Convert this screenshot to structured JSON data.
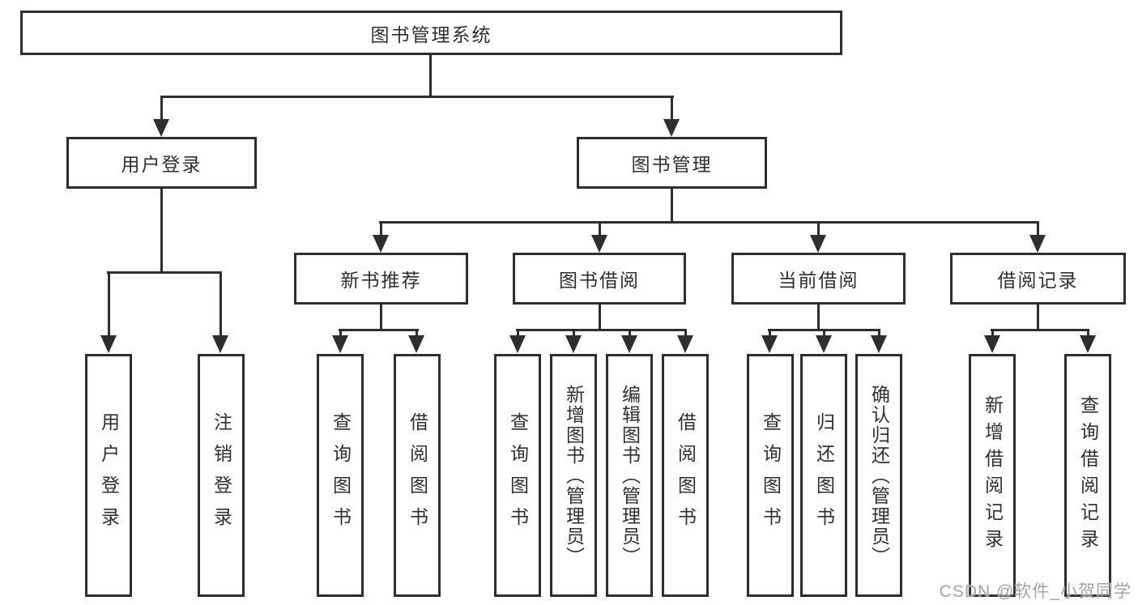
{
  "tree": {
    "label": "图书管理系统",
    "children": [
      {
        "label": "用户登录",
        "children": [
          {
            "label": "用户登录"
          },
          {
            "label": "注销登录"
          }
        ]
      },
      {
        "label": "图书管理",
        "children": [
          {
            "label": "新书推荐",
            "children": [
              {
                "label": "查询图书"
              },
              {
                "label": "借阅图书"
              }
            ]
          },
          {
            "label": "图书借阅",
            "children": [
              {
                "label": "查询图书"
              },
              {
                "label": "新增图书（管理员）"
              },
              {
                "label": "编辑图书（管理员）"
              },
              {
                "label": "借阅图书"
              }
            ]
          },
          {
            "label": "当前借阅",
            "children": [
              {
                "label": "查询图书"
              },
              {
                "label": "归还图书"
              },
              {
                "label": "确认归还（管理员）"
              }
            ]
          },
          {
            "label": "借阅记录",
            "children": [
              {
                "label": "新增借阅记录"
              },
              {
                "label": "查询借阅记录"
              }
            ]
          }
        ]
      }
    ]
  },
  "watermark": "CSDN @软件_小贺同学",
  "colors": {
    "line": "#2e2e2e",
    "text": "#2f2f2f",
    "background": "#ffffff",
    "watermark": "#a3a3a3"
  }
}
